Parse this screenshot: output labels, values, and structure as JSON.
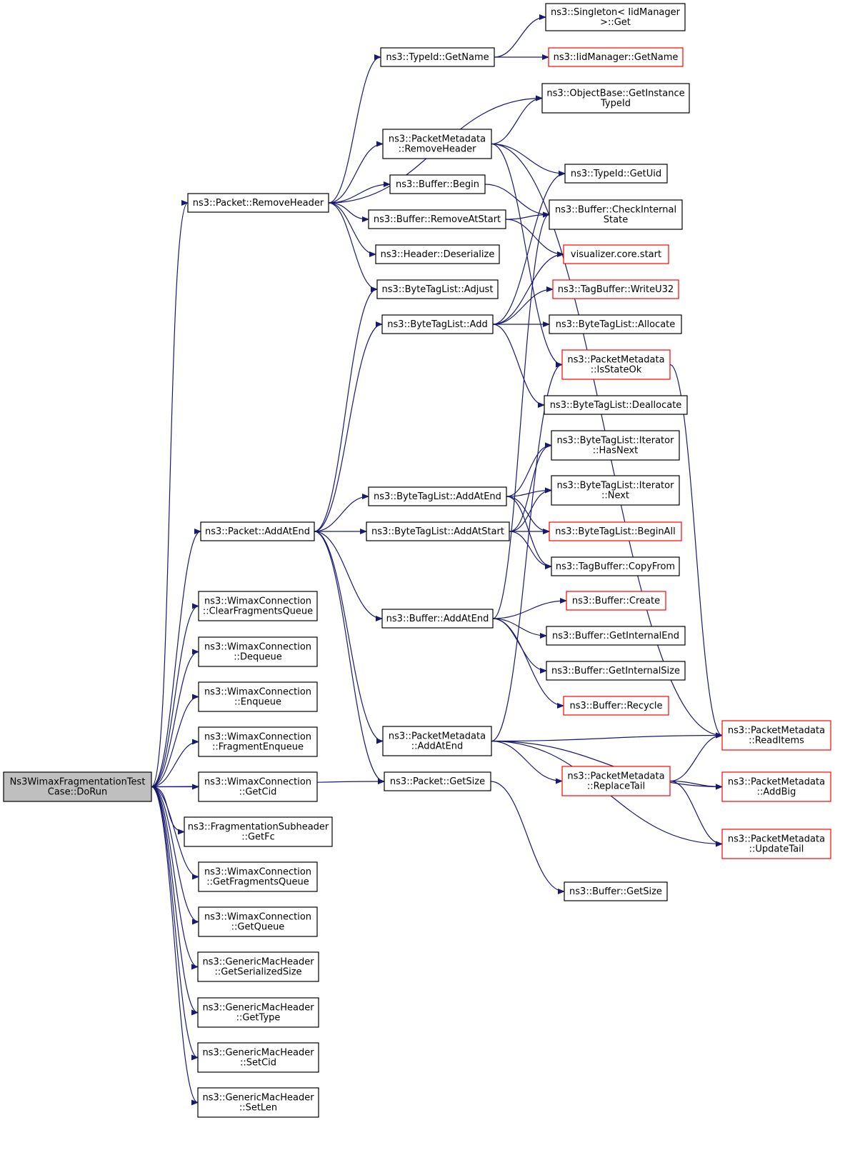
{
  "graph": {
    "colors": {
      "edge": "#191970",
      "border": "#000000",
      "link_border": "#ff0000",
      "root_fill": "#bfbfbf"
    },
    "nodes": [
      {
        "id": "root",
        "lines": [
          "Ns3WimaxFragmentationTest",
          "Case::DoRun"
        ],
        "style": "root"
      },
      {
        "id": "pkt_removeheader",
        "lines": [
          "ns3::Packet::RemoveHeader"
        ],
        "style": "normal"
      },
      {
        "id": "pkt_addatend",
        "lines": [
          "ns3::Packet::AddAtEnd"
        ],
        "style": "normal"
      },
      {
        "id": "wc_clearfragq",
        "lines": [
          "ns3::WimaxConnection",
          "::ClearFragmentsQueue"
        ],
        "style": "normal"
      },
      {
        "id": "wc_dequeue",
        "lines": [
          "ns3::WimaxConnection",
          "::Dequeue"
        ],
        "style": "normal"
      },
      {
        "id": "wc_enqueue",
        "lines": [
          "ns3::WimaxConnection",
          "::Enqueue"
        ],
        "style": "normal"
      },
      {
        "id": "wc_fragenq",
        "lines": [
          "ns3::WimaxConnection",
          "::FragmentEnqueue"
        ],
        "style": "normal"
      },
      {
        "id": "wc_getcid",
        "lines": [
          "ns3::WimaxConnection",
          "::GetCid"
        ],
        "style": "normal"
      },
      {
        "id": "frag_getfc",
        "lines": [
          "ns3::FragmentationSubheader",
          "::GetFc"
        ],
        "style": "normal"
      },
      {
        "id": "wc_getfragq",
        "lines": [
          "ns3::WimaxConnection",
          "::GetFragmentsQueue"
        ],
        "style": "normal"
      },
      {
        "id": "wc_getqueue",
        "lines": [
          "ns3::WimaxConnection",
          "::GetQueue"
        ],
        "style": "normal"
      },
      {
        "id": "gmh_getsersize",
        "lines": [
          "ns3::GenericMacHeader",
          "::GetSerializedSize"
        ],
        "style": "normal"
      },
      {
        "id": "gmh_gettype",
        "lines": [
          "ns3::GenericMacHeader",
          "::GetType"
        ],
        "style": "normal"
      },
      {
        "id": "gmh_setcid",
        "lines": [
          "ns3::GenericMacHeader",
          "::SetCid"
        ],
        "style": "normal"
      },
      {
        "id": "gmh_setlen",
        "lines": [
          "ns3::GenericMacHeader",
          "::SetLen"
        ],
        "style": "normal"
      },
      {
        "id": "typeid_getname",
        "lines": [
          "ns3::TypeId::GetName"
        ],
        "style": "normal"
      },
      {
        "id": "pm_removeheader",
        "lines": [
          "ns3::PacketMetadata",
          "::RemoveHeader"
        ],
        "style": "normal"
      },
      {
        "id": "buf_begin",
        "lines": [
          "ns3::Buffer::Begin"
        ],
        "style": "normal"
      },
      {
        "id": "buf_removeatstart",
        "lines": [
          "ns3::Buffer::RemoveAtStart"
        ],
        "style": "normal"
      },
      {
        "id": "hdr_deserialize",
        "lines": [
          "ns3::Header::Deserialize"
        ],
        "style": "normal"
      },
      {
        "id": "btl_adjust",
        "lines": [
          "ns3::ByteTagList::Adjust"
        ],
        "style": "normal"
      },
      {
        "id": "btl_add",
        "lines": [
          "ns3::ByteTagList::Add"
        ],
        "style": "normal"
      },
      {
        "id": "btl_addatend",
        "lines": [
          "ns3::ByteTagList::AddAtEnd"
        ],
        "style": "normal"
      },
      {
        "id": "btl_addatstart",
        "lines": [
          "ns3::ByteTagList::AddAtStart"
        ],
        "style": "normal"
      },
      {
        "id": "buf_addatend",
        "lines": [
          "ns3::Buffer::AddAtEnd"
        ],
        "style": "normal"
      },
      {
        "id": "pm_addatend",
        "lines": [
          "ns3::PacketMetadata",
          "::AddAtEnd"
        ],
        "style": "normal"
      },
      {
        "id": "pkt_getsize",
        "lines": [
          "ns3::Packet::GetSize"
        ],
        "style": "normal"
      },
      {
        "id": "singleton_get",
        "lines": [
          "ns3::Singleton< IidManager",
          " >::Get"
        ],
        "style": "normal"
      },
      {
        "id": "iid_getname",
        "lines": [
          "ns3::IidManager::GetName"
        ],
        "style": "red"
      },
      {
        "id": "ob_getinsttypeid",
        "lines": [
          "ns3::ObjectBase::GetInstance",
          "TypeId"
        ],
        "style": "normal"
      },
      {
        "id": "typeid_getuid",
        "lines": [
          "ns3::TypeId::GetUid"
        ],
        "style": "normal"
      },
      {
        "id": "buf_checkinternal",
        "lines": [
          "ns3::Buffer::CheckInternal",
          "State"
        ],
        "style": "normal"
      },
      {
        "id": "vis_start",
        "lines": [
          "visualizer.core.start"
        ],
        "style": "red"
      },
      {
        "id": "tb_writeu32",
        "lines": [
          "ns3::TagBuffer::WriteU32"
        ],
        "style": "red"
      },
      {
        "id": "btl_allocate",
        "lines": [
          "ns3::ByteTagList::Allocate"
        ],
        "style": "normal"
      },
      {
        "id": "pm_isstateok",
        "lines": [
          "ns3::PacketMetadata",
          "::IsStateOk"
        ],
        "style": "red"
      },
      {
        "id": "btl_deallocate",
        "lines": [
          "ns3::ByteTagList::Deallocate"
        ],
        "style": "normal"
      },
      {
        "id": "btli_hasnext",
        "lines": [
          "ns3::ByteTagList::Iterator",
          "::HasNext"
        ],
        "style": "normal"
      },
      {
        "id": "btli_next",
        "lines": [
          "ns3::ByteTagList::Iterator",
          "::Next"
        ],
        "style": "normal"
      },
      {
        "id": "btl_beginall",
        "lines": [
          "ns3::ByteTagList::BeginAll"
        ],
        "style": "red"
      },
      {
        "id": "tb_copyfrom",
        "lines": [
          "ns3::TagBuffer::CopyFrom"
        ],
        "style": "normal"
      },
      {
        "id": "buf_create",
        "lines": [
          "ns3::Buffer::Create"
        ],
        "style": "red"
      },
      {
        "id": "buf_getinternalend",
        "lines": [
          "ns3::Buffer::GetInternalEnd"
        ],
        "style": "normal"
      },
      {
        "id": "buf_getinternalsize",
        "lines": [
          "ns3::Buffer::GetInternalSize"
        ],
        "style": "normal"
      },
      {
        "id": "buf_recycle",
        "lines": [
          "ns3::Buffer::Recycle"
        ],
        "style": "red"
      },
      {
        "id": "pm_replacetail",
        "lines": [
          "ns3::PacketMetadata",
          "::ReplaceTail"
        ],
        "style": "red"
      },
      {
        "id": "buf_getsize",
        "lines": [
          "ns3::Buffer::GetSize"
        ],
        "style": "normal"
      },
      {
        "id": "pm_readitems",
        "lines": [
          "ns3::PacketMetadata",
          "::ReadItems"
        ],
        "style": "red"
      },
      {
        "id": "pm_addbig",
        "lines": [
          "ns3::PacketMetadata",
          "::AddBig"
        ],
        "style": "red"
      },
      {
        "id": "pm_updatetail",
        "lines": [
          "ns3::PacketMetadata",
          "::UpdateTail"
        ],
        "style": "red"
      }
    ],
    "edges": [
      {
        "from": "root",
        "to": "pkt_removeheader"
      },
      {
        "from": "root",
        "to": "pkt_addatend"
      },
      {
        "from": "root",
        "to": "pkt_getsize"
      },
      {
        "from": "root",
        "to": "wc_clearfragq"
      },
      {
        "from": "root",
        "to": "wc_dequeue"
      },
      {
        "from": "root",
        "to": "wc_enqueue"
      },
      {
        "from": "root",
        "to": "wc_fragenq"
      },
      {
        "from": "root",
        "to": "wc_getcid"
      },
      {
        "from": "root",
        "to": "frag_getfc"
      },
      {
        "from": "root",
        "to": "wc_getfragq"
      },
      {
        "from": "root",
        "to": "wc_getqueue"
      },
      {
        "from": "root",
        "to": "gmh_getsersize"
      },
      {
        "from": "root",
        "to": "gmh_gettype"
      },
      {
        "from": "root",
        "to": "gmh_setcid"
      },
      {
        "from": "root",
        "to": "gmh_setlen"
      },
      {
        "from": "pkt_removeheader",
        "to": "typeid_getname"
      },
      {
        "from": "pkt_removeheader",
        "to": "ob_getinsttypeid"
      },
      {
        "from": "pkt_removeheader",
        "to": "pm_removeheader"
      },
      {
        "from": "pkt_removeheader",
        "to": "buf_begin"
      },
      {
        "from": "pkt_removeheader",
        "to": "buf_removeatstart"
      },
      {
        "from": "pkt_removeheader",
        "to": "hdr_deserialize"
      },
      {
        "from": "pkt_removeheader",
        "to": "btl_adjust"
      },
      {
        "from": "typeid_getname",
        "to": "singleton_get"
      },
      {
        "from": "typeid_getname",
        "to": "iid_getname"
      },
      {
        "from": "pm_removeheader",
        "to": "ob_getinsttypeid"
      },
      {
        "from": "pm_removeheader",
        "to": "typeid_getuid"
      },
      {
        "from": "pm_removeheader",
        "to": "pm_readitems"
      },
      {
        "from": "pm_removeheader",
        "to": "pm_isstateok"
      },
      {
        "from": "buf_begin",
        "to": "buf_checkinternal"
      },
      {
        "from": "buf_removeatstart",
        "to": "buf_checkinternal"
      },
      {
        "from": "buf_removeatstart",
        "to": "vis_start"
      },
      {
        "from": "pkt_addatend",
        "to": "btl_adjust"
      },
      {
        "from": "pkt_addatend",
        "to": "btl_add"
      },
      {
        "from": "pkt_addatend",
        "to": "btl_addatend"
      },
      {
        "from": "pkt_addatend",
        "to": "btl_addatstart"
      },
      {
        "from": "pkt_addatend",
        "to": "buf_addatend"
      },
      {
        "from": "pkt_addatend",
        "to": "pm_addatend"
      },
      {
        "from": "pkt_addatend",
        "to": "pkt_getsize"
      },
      {
        "from": "btl_add",
        "to": "typeid_getuid"
      },
      {
        "from": "btl_add",
        "to": "vis_start"
      },
      {
        "from": "btl_add",
        "to": "tb_writeu32"
      },
      {
        "from": "btl_add",
        "to": "btl_allocate"
      },
      {
        "from": "btl_add",
        "to": "btl_deallocate"
      },
      {
        "from": "btl_addatend",
        "to": "btli_hasnext"
      },
      {
        "from": "btl_addatend",
        "to": "btli_next"
      },
      {
        "from": "btl_addatend",
        "to": "btl_beginall"
      },
      {
        "from": "btl_addatend",
        "to": "tb_copyfrom"
      },
      {
        "from": "btl_addatstart",
        "to": "btli_hasnext"
      },
      {
        "from": "btl_addatstart",
        "to": "btli_next"
      },
      {
        "from": "btl_addatstart",
        "to": "btl_beginall"
      },
      {
        "from": "btl_addatstart",
        "to": "tb_copyfrom"
      },
      {
        "from": "buf_addatend",
        "to": "buf_checkinternal"
      },
      {
        "from": "buf_addatend",
        "to": "buf_create"
      },
      {
        "from": "buf_addatend",
        "to": "buf_getinternalend"
      },
      {
        "from": "buf_addatend",
        "to": "buf_getinternalsize"
      },
      {
        "from": "buf_addatend",
        "to": "buf_recycle"
      },
      {
        "from": "pm_addatend",
        "to": "pm_isstateok"
      },
      {
        "from": "pm_addatend",
        "to": "pm_readitems"
      },
      {
        "from": "pm_addatend",
        "to": "pm_replacetail"
      },
      {
        "from": "pm_addatend",
        "to": "pm_addbig"
      },
      {
        "from": "pm_addatend",
        "to": "pm_updatetail"
      },
      {
        "from": "pm_isstateok",
        "to": "pm_readitems"
      },
      {
        "from": "pm_replacetail",
        "to": "pm_readitems"
      },
      {
        "from": "pm_replacetail",
        "to": "pm_addbig"
      },
      {
        "from": "pm_replacetail",
        "to": "pm_updatetail"
      },
      {
        "from": "pkt_getsize",
        "to": "buf_getsize"
      }
    ]
  }
}
